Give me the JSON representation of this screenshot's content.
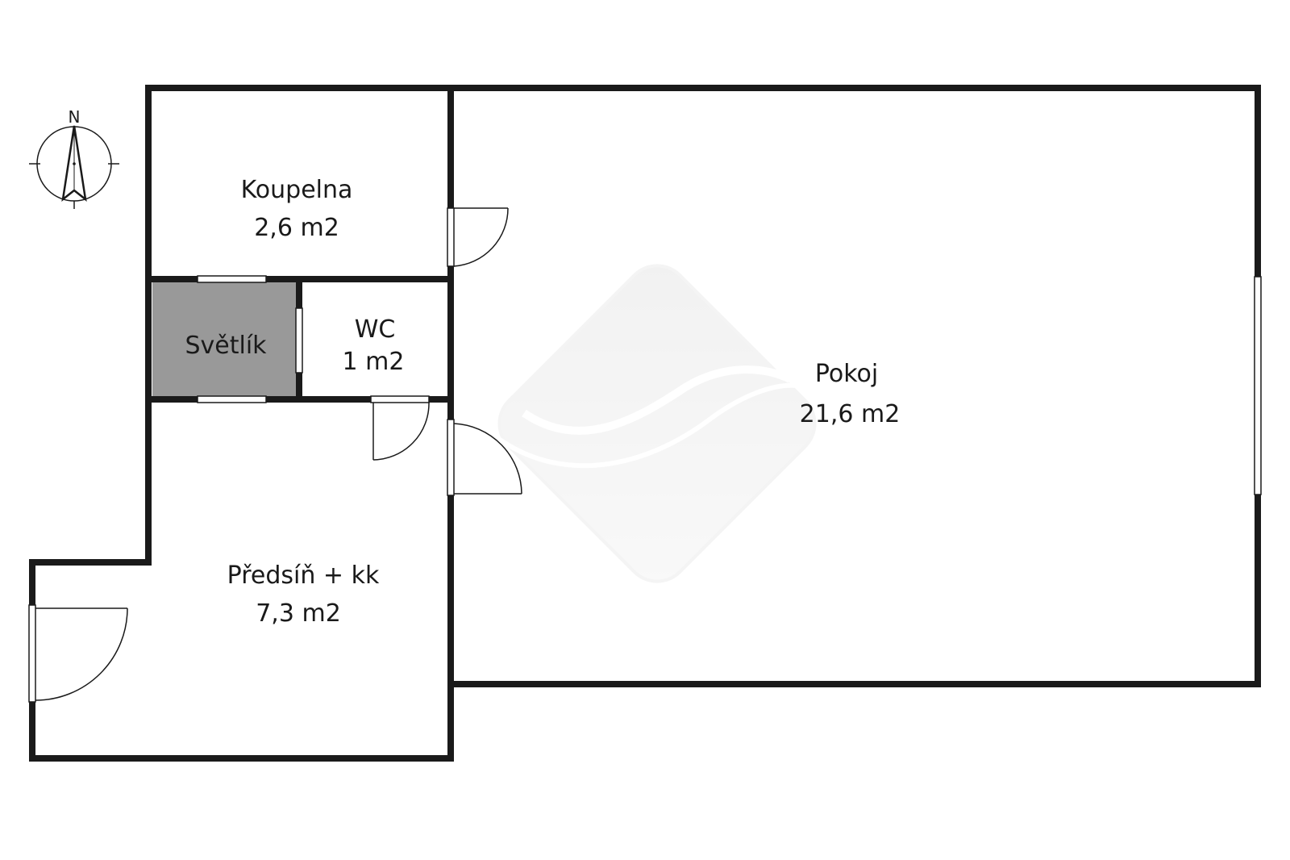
{
  "compass": {
    "north_letter": "N"
  },
  "rooms": {
    "koupelna": {
      "name": "Koupelna",
      "area": "2,6 m2"
    },
    "svetlik": {
      "name": "Světlík"
    },
    "wc": {
      "name": "WC",
      "area": "1 m2"
    },
    "predsin": {
      "name": "Předsíň + kk",
      "area": "7,3 m2"
    },
    "pokoj": {
      "name": "Pokoj",
      "area": "21,6 m2"
    }
  },
  "colors": {
    "wall": "#1a1a1a",
    "svetlik_fill": "#999999",
    "background": "#ffffff"
  }
}
